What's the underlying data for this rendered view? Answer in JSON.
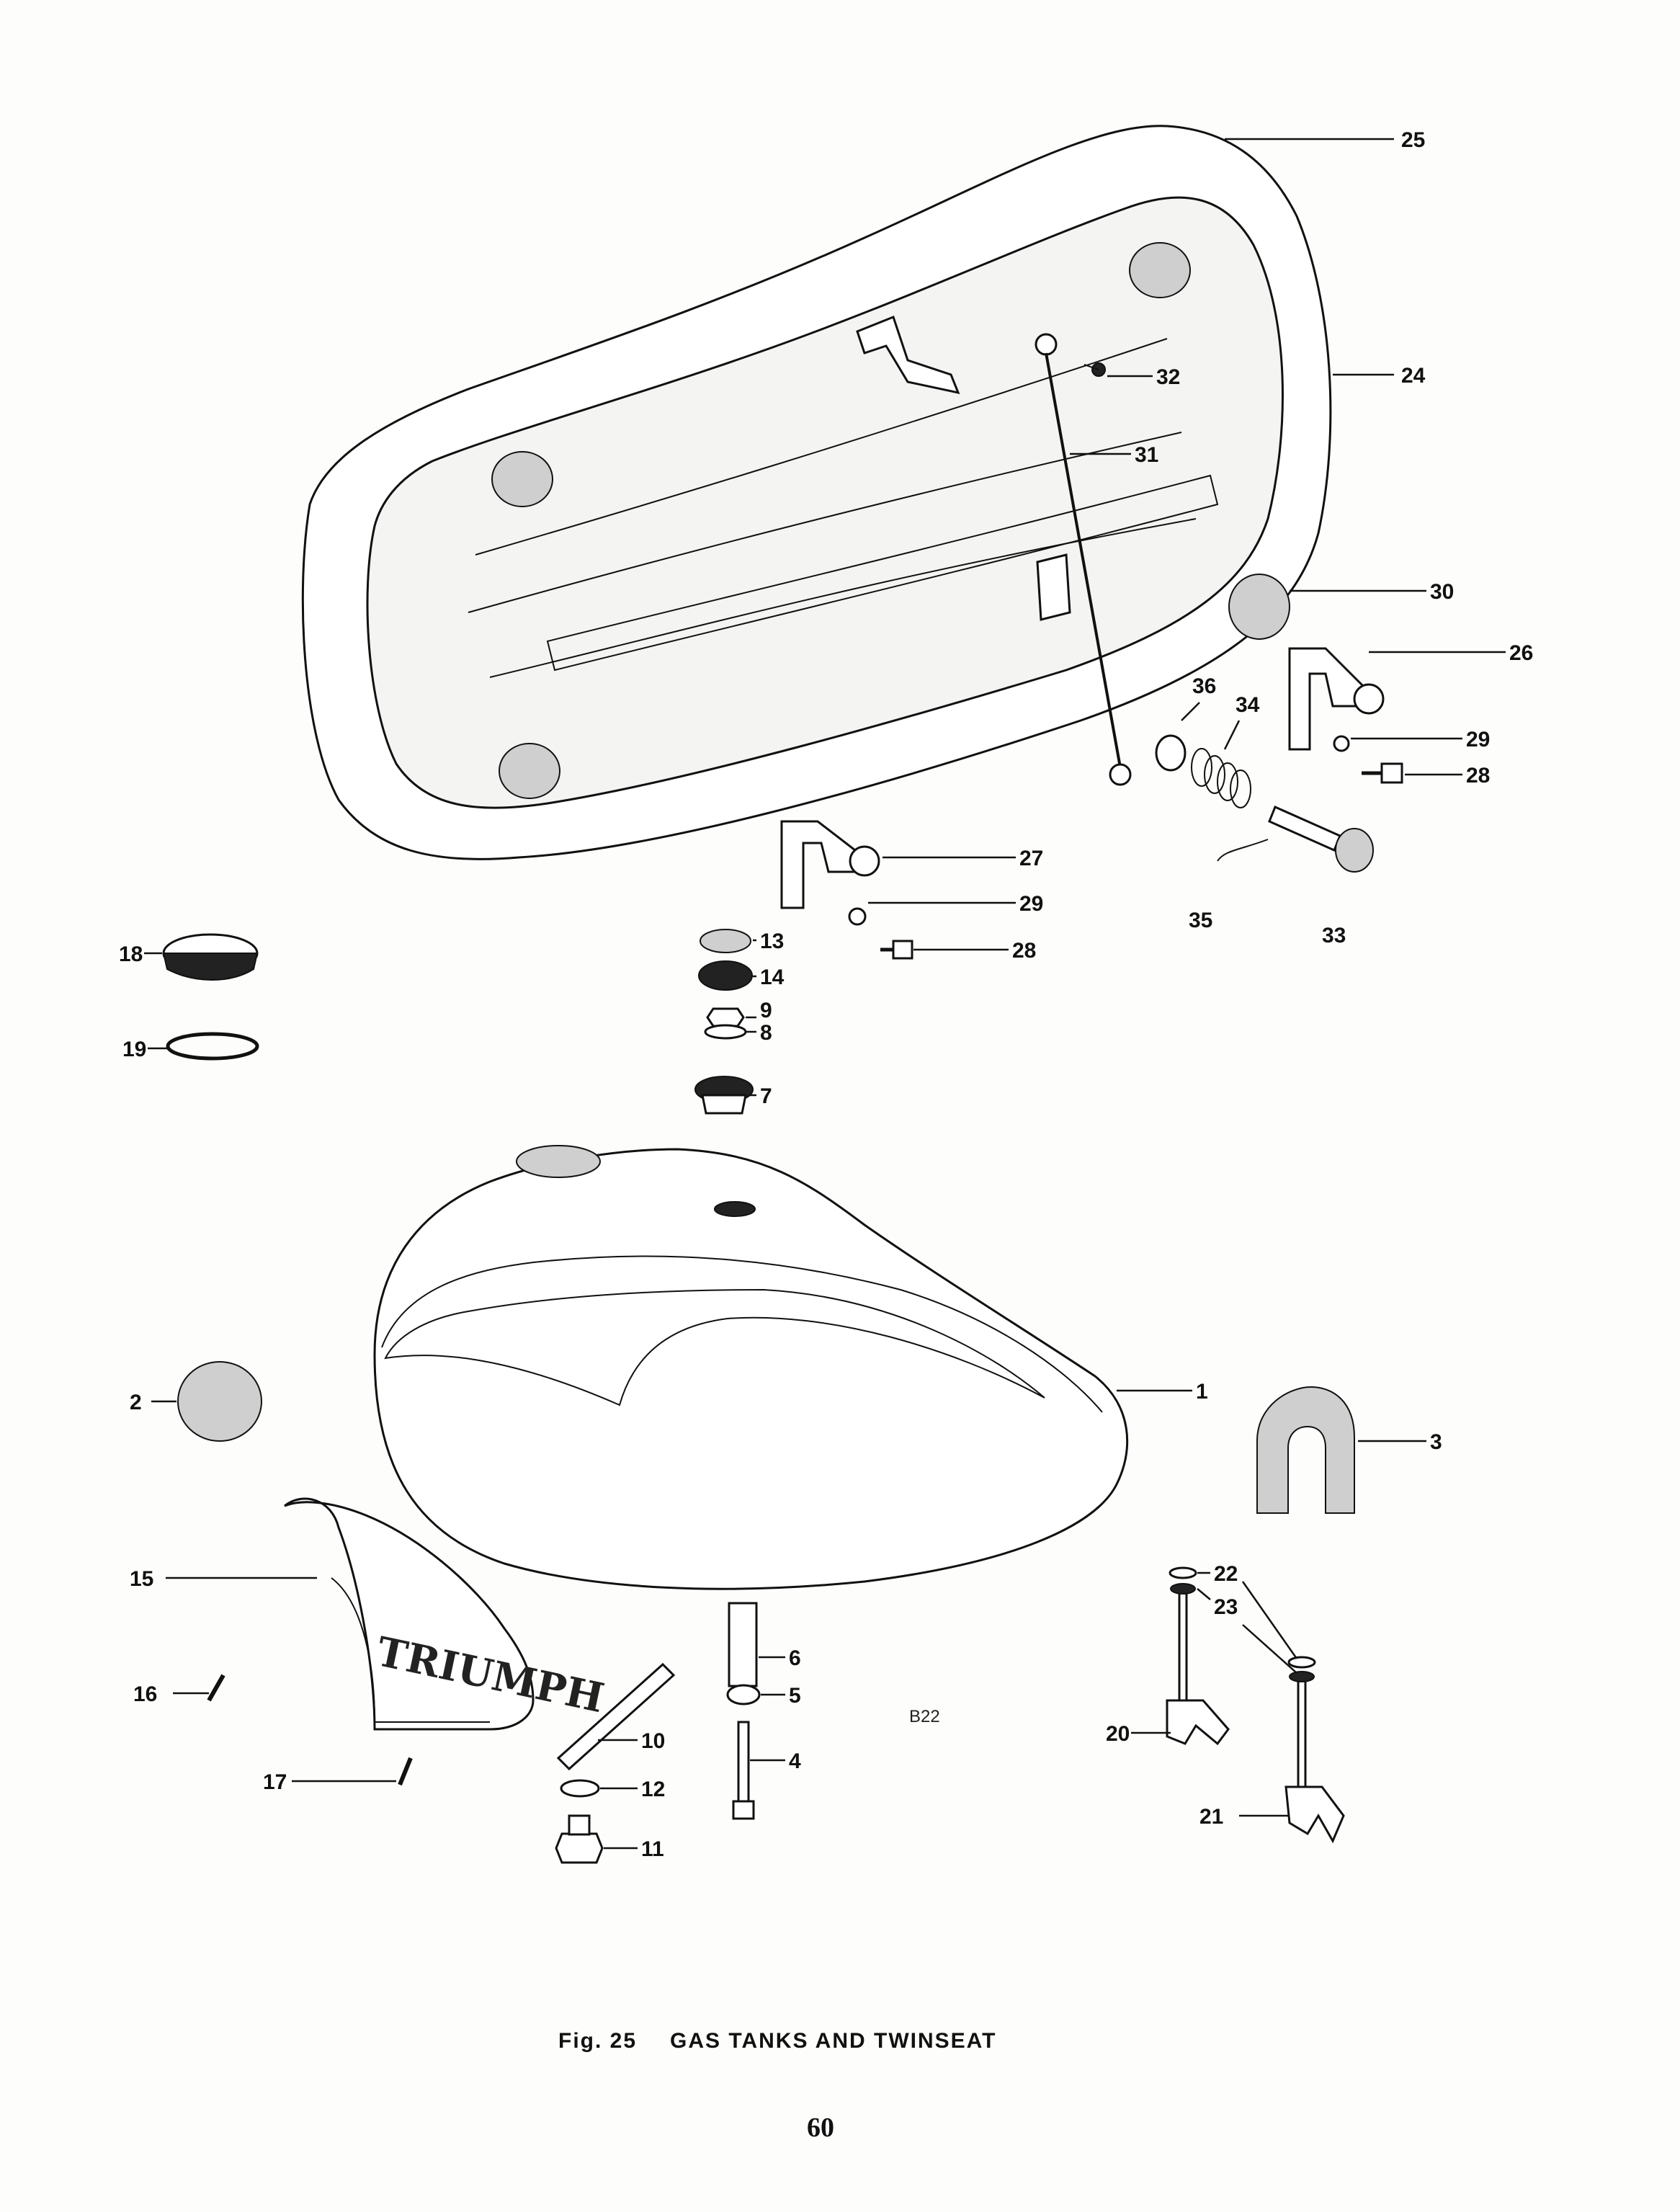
{
  "figure": {
    "number_label": "Fig. 25",
    "title": "GAS TANKS AND TWINSEAT",
    "page_number": "60",
    "drawing_ref": "B22",
    "logo_text": "TRIUMPH"
  },
  "callouts": {
    "c1": "1",
    "c2": "2",
    "c3": "3",
    "c4": "4",
    "c5": "5",
    "c6": "6",
    "c7": "7",
    "c8": "8",
    "c9": "9",
    "c10": "10",
    "c11": "11",
    "c12": "12",
    "c13": "13",
    "c14": "14",
    "c15": "15",
    "c16": "16",
    "c17": "17",
    "c18": "18",
    "c19": "19",
    "c20": "20",
    "c21": "21",
    "c22": "22",
    "c23": "23",
    "c24": "24",
    "c25": "25",
    "c26": "26",
    "c27": "27",
    "c28a": "28",
    "c28b": "28",
    "c29a": "29",
    "c29b": "29",
    "c30": "30",
    "c31": "31",
    "c32": "32",
    "c33": "33",
    "c34": "34",
    "c35": "35",
    "c36": "36"
  }
}
